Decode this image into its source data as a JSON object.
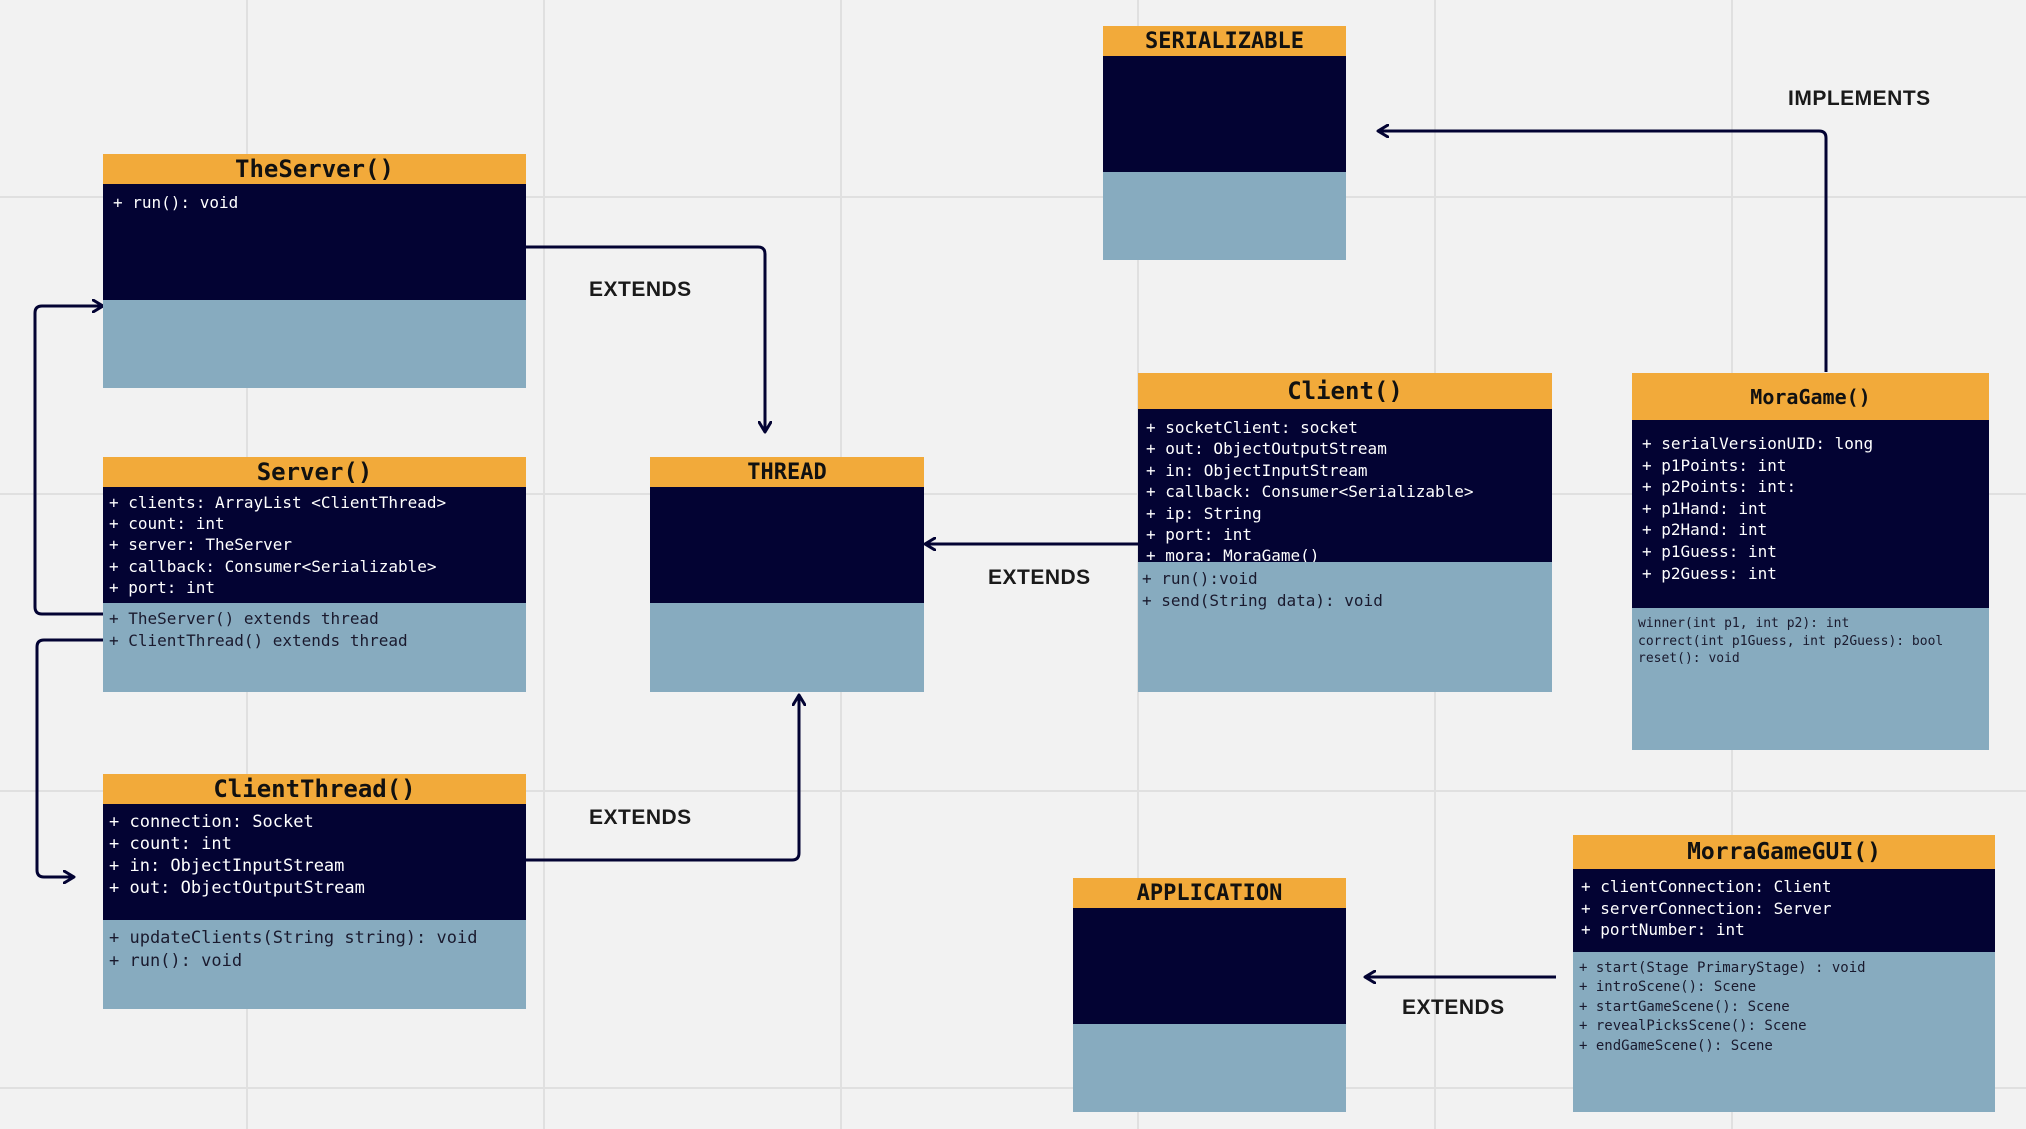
{
  "classes": {
    "the_server": {
      "title": "TheServer()",
      "attributes": [
        "+ run(): void"
      ],
      "operations": []
    },
    "server": {
      "title": "Server()",
      "attributes": [
        "+ clients: ArrayList <ClientThread>",
        "+ count: int",
        "+ server: TheServer",
        "+ callback: Consumer<Serializable>",
        "+ port: int"
      ],
      "operations": [
        "+ TheServer() extends thread",
        "+ ClientThread() extends thread"
      ]
    },
    "client_thread": {
      "title": "ClientThread()",
      "attributes": [
        "+ connection: Socket",
        "+ count: int",
        "+ in: ObjectInputStream",
        "+ out: ObjectOutputStream"
      ],
      "operations": [
        "+ updateClients(String string): void",
        "+ run(): void"
      ]
    },
    "thread": {
      "title": "THREAD",
      "attributes": [],
      "operations": []
    },
    "serializable": {
      "title": "SERIALIZABLE",
      "attributes": [],
      "operations": []
    },
    "client": {
      "title": "Client()",
      "attributes": [
        "+ socketClient: socket",
        "+ out: ObjectOutputStream",
        "+ in: ObjectInputStream",
        "+ callback: Consumer<Serializable>",
        "+ ip: String",
        "+ port: int",
        "+ mora: MoraGame()"
      ],
      "operations": [
        "+ run():void",
        "+ send(String data): void"
      ]
    },
    "mora_game": {
      "title": "MoraGame()",
      "attributes": [
        "+ serialVersionUID: long",
        "+ p1Points: int",
        "+ p2Points: int:",
        "+ p1Hand: int",
        "+ p2Hand: int",
        "+ p1Guess: int",
        "+ p2Guess: int"
      ],
      "operations": [
        "winner(int p1, int p2): int",
        "correct(int p1Guess, int p2Guess): bool",
        "reset(): void"
      ]
    },
    "application": {
      "title": "APPLICATION",
      "attributes": [],
      "operations": []
    },
    "morra_game_gui": {
      "title": "MorraGameGUI()",
      "attributes": [
        "+ clientConnection: Client",
        "+ serverConnection: Server",
        "+ portNumber: int"
      ],
      "operations": [
        "+ start(Stage PrimaryStage) : void",
        "+ introScene(): Scene",
        "+ startGameScene(): Scene",
        "+ revealPicksScene(): Scene",
        "+ endGameScene(): Scene"
      ]
    }
  },
  "connectors": {
    "theserver_extends": "EXTENDS",
    "clientthread_extends": "EXTENDS",
    "client_extends": "EXTENDS",
    "moragame_implements": "IMPLEMENTS",
    "gui_extends": "EXTENDS"
  },
  "colors": {
    "header": "#f2aa3a",
    "attributes_bg": "#030333",
    "operations_bg": "#87abbf",
    "line": "#030333",
    "canvas": "#f2f2f2"
  }
}
